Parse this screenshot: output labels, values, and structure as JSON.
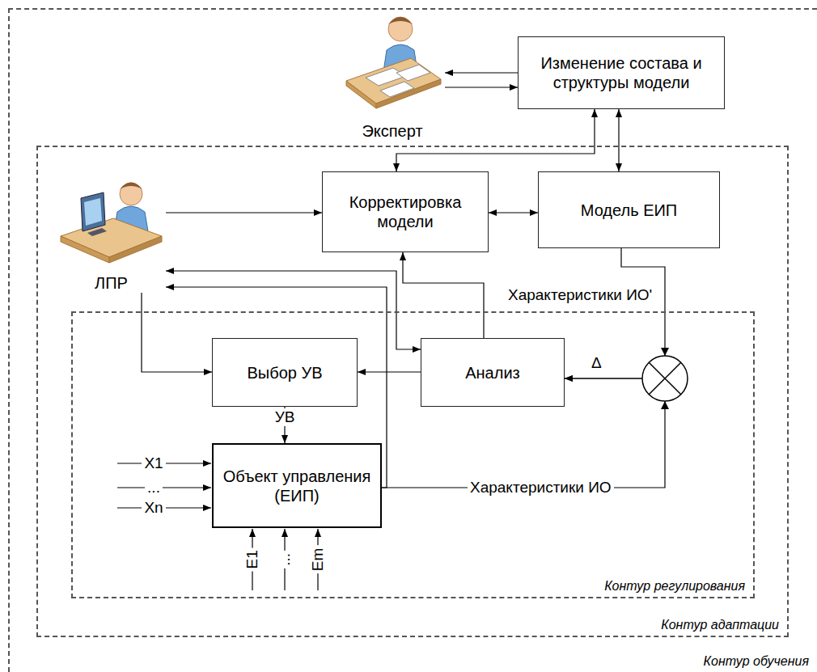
{
  "diagram": {
    "nodes": [
      {
        "text": [
          "Контур обучения"
        ]
      },
      {
        "text": [
          "Эксперт"
        ],
        "in": 0
      },
      {
        "text": [
          "Изменение состава и структуры модели"
        ],
        "in": 0
      },
      {
        "text": [
          "Контур адаптации"
        ],
        "in": 0
      },
      {
        "text": [
          "ЛПР"
        ],
        "in": 3
      },
      {
        "text": [
          "Корректировка модели"
        ],
        "in": 3
      },
      {
        "text": [
          "Модель ЕИП"
        ],
        "in": 3
      },
      {
        "text": [
          "Контур регулирования"
        ],
        "in": 3
      },
      {
        "text": [
          "Выбор УВ"
        ],
        "in": 7
      },
      {
        "text": [
          "Анализ"
        ],
        "in": 7
      },
      {
        "text": [
          "Объект управления (ЕИП)"
        ],
        "in": 7
      }
    ],
    "edges": [
      {
        "from": 2,
        "to": 1,
        "arrow": "to"
      },
      {
        "from": 1,
        "to": 2,
        "arrow": "to"
      },
      {
        "from": 5,
        "to": 2,
        "arrow": "both"
      },
      {
        "from": 2,
        "to": 6,
        "arrow": "both"
      },
      {
        "from": 4,
        "to": 5,
        "arrow": "to"
      },
      {
        "from": 5,
        "to": 6,
        "arrow": "both"
      },
      {
        "from": 9,
        "to": 5,
        "arrow": "to"
      },
      {
        "from": 4,
        "to": 9,
        "arrow": "both"
      },
      {
        "from": 10,
        "to": 4,
        "arrow": "to"
      },
      {
        "from": 4,
        "to": 8,
        "arrow": "to"
      },
      {
        "from": 9,
        "to": 8,
        "arrow": "to"
      },
      {
        "from": 8,
        "to": 10,
        "label": "УВ",
        "arrow": "to"
      },
      {
        "from": 6,
        "to": 9,
        "label": "Характеристики ИО'",
        "arrow": "to"
      },
      {
        "from": 10,
        "to": 9,
        "label": "Характеристики ИО",
        "arrow": "to"
      }
    ],
    "labels": [
      "Δ",
      "X1",
      "...",
      "Xn",
      "E1",
      "...",
      "Em"
    ]
  }
}
